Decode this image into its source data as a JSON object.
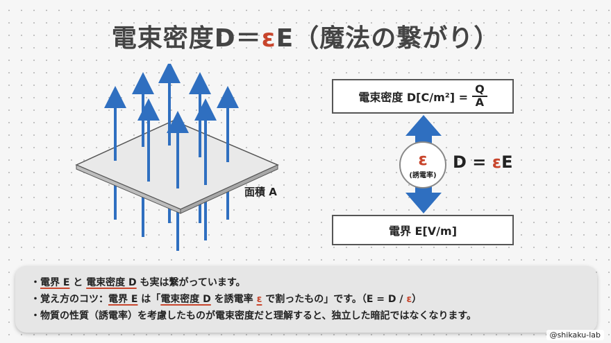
{
  "title": {
    "prefix": "電束密度D＝",
    "epsilon": "ε",
    "suffix": "E（魔法の繋がり）"
  },
  "plate": {
    "area_label": "面積 A",
    "arrow_color": "#2f6fc0"
  },
  "flux_box": {
    "label": "電束密度 D[C/m²] =",
    "numerator": "Q",
    "denominator": "A"
  },
  "permittivity": {
    "symbol": "ε",
    "label": "(誘電率)"
  },
  "formula": {
    "left": "D = ",
    "epsilon": "ε",
    "right": "E"
  },
  "field_box": {
    "label": "電界 E[V/m]"
  },
  "notes": {
    "n1": {
      "bullet": "・",
      "a": "電界 E",
      "b": " と ",
      "c": "電束密度 D",
      "d": " も実は繋がっています。"
    },
    "n2": {
      "bullet": "・",
      "a": "覚え方のコツ：",
      "b": "電界 E",
      "c": " は「",
      "d": "電束密度 D",
      "e": " を誘電率 ",
      "f": "ε",
      "g": " で割ったもの」です。（E = D / ",
      "h": "ε",
      "i": "）"
    },
    "n3": {
      "bullet": "・",
      "text": "物質の性質（誘電率）を考慮したものが電束密度だと理解すると、独立した暗記ではなくなります。"
    }
  },
  "credit": "@shikaku-lab",
  "colors": {
    "accent": "#c8452c",
    "arrow": "#2f6fc0",
    "arrow_light": "#3d7fd6"
  }
}
